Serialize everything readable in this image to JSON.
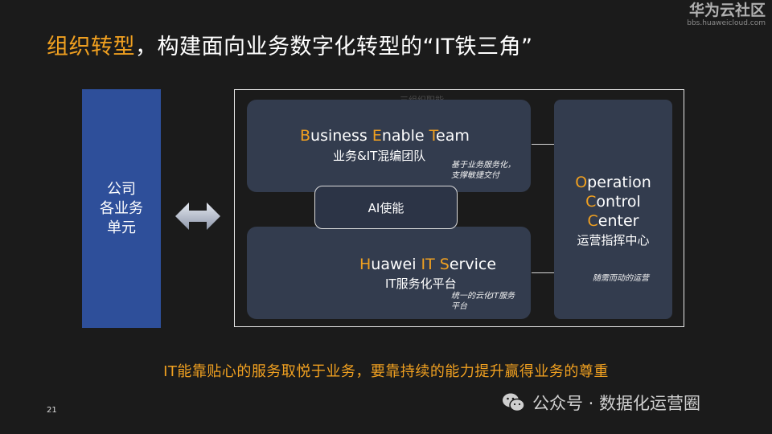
{
  "title": {
    "highlight": "组织转型",
    "rest": "，构建面向业务数字化转型的“IT铁三角”"
  },
  "watermark_top": {
    "name": "华为云社区",
    "url": "bbs.huaweicloud.com"
  },
  "left_box": {
    "lines": [
      "公司",
      "各业务",
      "单元"
    ]
  },
  "frame_faint_text": "三组织职能",
  "bet": {
    "en_parts": [
      {
        "initial": "B",
        "rest": "usiness "
      },
      {
        "initial": "E",
        "rest": "nable "
      },
      {
        "initial": "T",
        "rest": "eam"
      }
    ],
    "cn": "业务&IT混编团队",
    "note_lines": [
      "基于业务服务化，",
      "支撑敏捷交付"
    ]
  },
  "ai": {
    "label": "AI使能"
  },
  "his": {
    "en_parts": [
      {
        "initial": "H",
        "rest": "uawei "
      },
      {
        "initial": "IT",
        "rest": " "
      },
      {
        "initial": "S",
        "rest": "ervice"
      }
    ],
    "cn": "IT服务化平台",
    "note_lines": [
      "统一的云化IT服务",
      "平台"
    ]
  },
  "occ": {
    "lines": [
      {
        "initial": "O",
        "rest": "peration"
      },
      {
        "initial": "C",
        "rest": "ontrol"
      },
      {
        "initial": "C",
        "rest": "enter"
      }
    ],
    "cn": "运营指挥中心",
    "note": "随需而动的运营"
  },
  "bottom_text": "IT能靠贴心的服务取悦于业务，要靠持续的能力提升赢得业务的尊重",
  "page_number": "21",
  "wechat": {
    "text": "公众号 · 数据化运营圈"
  },
  "colors": {
    "accent": "#f0a020",
    "panel": "#333c4e",
    "left_box": "#2e4f9a",
    "background": "#1b1b1b"
  }
}
